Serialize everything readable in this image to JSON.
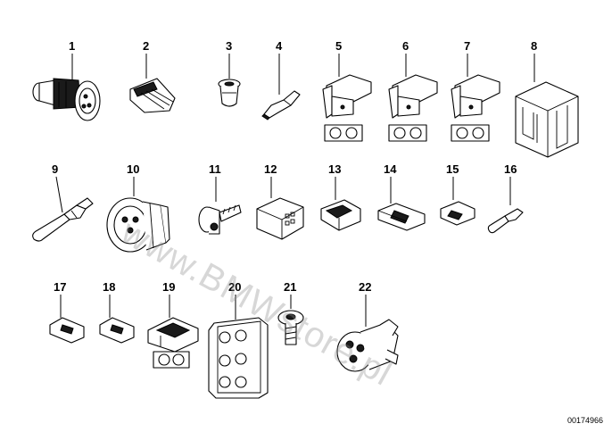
{
  "parts": [
    {
      "id": "1",
      "label": "1"
    },
    {
      "id": "2",
      "label": "2"
    },
    {
      "id": "3",
      "label": "3"
    },
    {
      "id": "4",
      "label": "4"
    },
    {
      "id": "5",
      "label": "5"
    },
    {
      "id": "6",
      "label": "6"
    },
    {
      "id": "7",
      "label": "7"
    },
    {
      "id": "8",
      "label": "8"
    },
    {
      "id": "9",
      "label": "9"
    },
    {
      "id": "10",
      "label": "10"
    },
    {
      "id": "11",
      "label": "11"
    },
    {
      "id": "12",
      "label": "12"
    },
    {
      "id": "13",
      "label": "13"
    },
    {
      "id": "14",
      "label": "14"
    },
    {
      "id": "15",
      "label": "15"
    },
    {
      "id": "16",
      "label": "16"
    },
    {
      "id": "17",
      "label": "17"
    },
    {
      "id": "18",
      "label": "18"
    },
    {
      "id": "19",
      "label": "19"
    },
    {
      "id": "20",
      "label": "20"
    },
    {
      "id": "21",
      "label": "21"
    },
    {
      "id": "22",
      "label": "22"
    }
  ],
  "watermark": "www.BMWstore.pl",
  "document_number": "00174966"
}
